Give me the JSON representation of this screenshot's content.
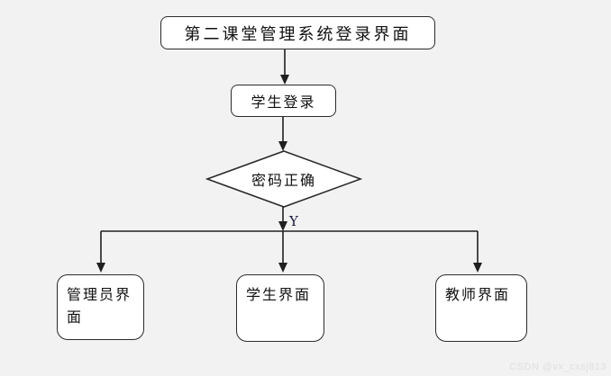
{
  "canvas": {
    "background": "#f2f2f2",
    "line_color": "#1f1f1f",
    "node_fill": "#ffffff",
    "node_border": "#2b2b2b"
  },
  "nodes": {
    "title": {
      "label": "第二课堂管理系统登录界面"
    },
    "login": {
      "label": "学生登录"
    },
    "decision": {
      "label": "密码正确"
    },
    "branch_yes": {
      "label": "Y"
    },
    "admin": {
      "label": "管理员界面"
    },
    "student": {
      "label": "学生界面"
    },
    "teacher": {
      "label": "教师界面"
    }
  },
  "watermark": {
    "text": "CSDN @vx_cxsj813",
    "color": "#dfdfe3"
  }
}
